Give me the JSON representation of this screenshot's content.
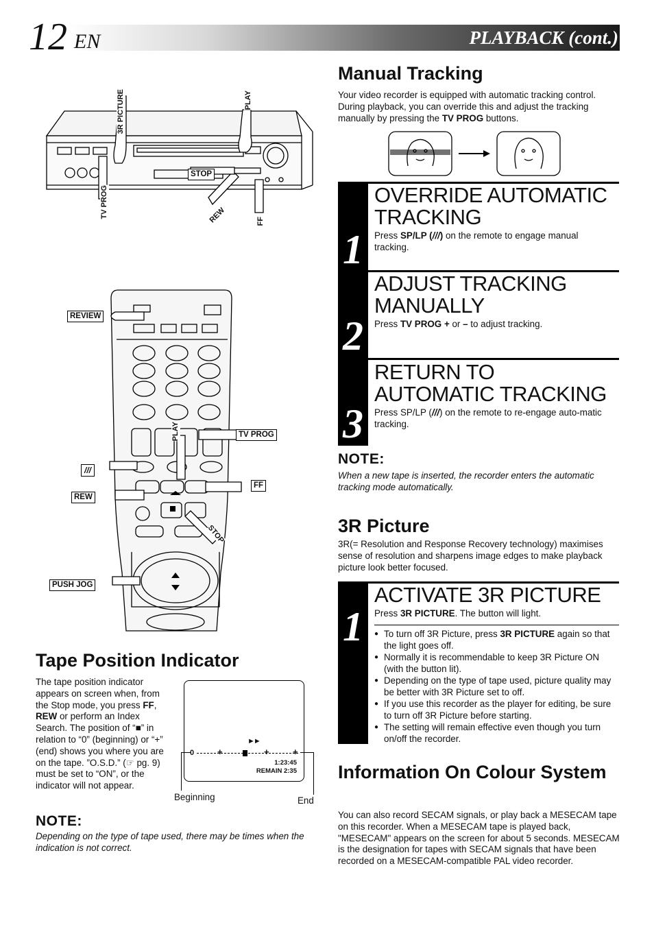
{
  "header": {
    "page_number": "12",
    "lang": "EN",
    "section": "PLAYBACK (cont.)"
  },
  "vcr_labels": {
    "three_r": "3R PICTURE",
    "play": "PLAY",
    "stop": "STOP",
    "tv_prog": "TV PROG",
    "rew": "REW",
    "ff": "FF"
  },
  "remote_labels": {
    "review": "REVIEW",
    "tv_prog": "TV PROG",
    "play": "PLAY",
    "ff": "FF",
    "rew": "REW",
    "stop": "STOP",
    "push_jog": "PUSH JOG"
  },
  "manual_tracking": {
    "title": "Manual Tracking",
    "intro_a": "Your video recorder is equipped with automatic tracking control. During playback, you can override this and adjust the tracking manually by pressing the ",
    "intro_b": "TV PROG",
    "intro_c": " buttons.",
    "steps": [
      {
        "num": "1",
        "title": "OVERRIDE AUTOMATIC TRACKING",
        "t1": "Press ",
        "t2": "SP/LP (",
        "t3": ")",
        "t4": " on the remote to engage manual tracking."
      },
      {
        "num": "2",
        "title": "ADJUST TRACKING MANUALLY",
        "t1": "Press ",
        "t2": "TV PROG +",
        "t3": " or ",
        "t4": "–",
        "t5": " to adjust tracking."
      },
      {
        "num": "3",
        "title": "RETURN TO AUTOMATIC TRACKING",
        "t1": "Press SP/LP (",
        "t3": ") on the remote to re-engage auto-matic tracking."
      }
    ],
    "note_heading": "NOTE:",
    "note": "When a new tape is inserted, the recorder enters the automatic tracking mode automatically."
  },
  "three_r": {
    "title": "3R Picture",
    "intro": "3R(= Resolution and Response Recovery technology) maximises sense of resolution and sharpens image edges to make playback picture look better focused.",
    "step_num": "1",
    "step_title": "ACTIVATE 3R PICTURE",
    "step_a": "Press ",
    "step_b": "3R PICTURE",
    "step_c": ". The button will light.",
    "bullet1_a": "To turn off 3R Picture, press ",
    "bullet1_b": "3R PICTURE",
    "bullet1_c": " again so that the light goes off.",
    "bullets": [
      "Normally it is recommendable to keep 3R Picture ON (with the button lit).",
      "Depending on the type of tape used, picture quality may be better with 3R Picture set to off.",
      "If you use this recorder as the player for editing, be sure to turn off 3R Picture before starting.",
      "The setting will remain effective even though you turn on/off the recorder."
    ]
  },
  "colour": {
    "title": "Information On Colour System",
    "body": "You can also record SECAM signals, or play back a MESECAM tape on this recorder. When a MESECAM tape is played back, \"MESECAM\" appears on the screen for about 5 seconds. MESECAM is the designation for tapes with SECAM signals that have been recorded on a MESECAM-compatible PAL video recorder."
  },
  "tape_position": {
    "title": "Tape Position Indicator",
    "p1": "The tape position indicator appears on screen when, from the Stop mode, you press ",
    "ff": "FF",
    "comma": ",",
    "rew": "REW",
    "p2": " or perform an Index Search. The position of “■” in relation to “0” (beginning) or “+” (end) shows you where you are on the tape. ”O.S.D.” (☞ pg. 9) must be set to “ON”, or the indicator will not appear.",
    "screen_time": "1:23:45",
    "screen_remain": "REMAIN 2:35",
    "screen_zero": "0",
    "screen_ff": "►►",
    "beginning": "Beginning",
    "end": "End",
    "note_heading": "NOTE:",
    "note": "Depending on the type of tape used, there may be times when the indication is not correct.",
    "marker_position": 0.47
  }
}
